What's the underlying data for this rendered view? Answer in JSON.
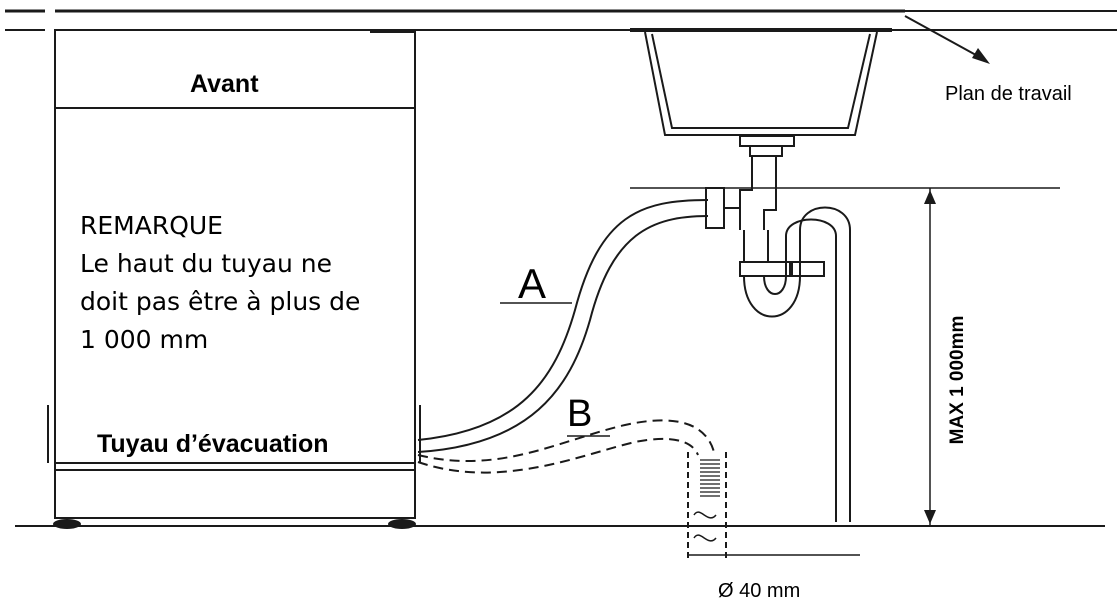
{
  "labels": {
    "front": "Avant",
    "countertop": "Plan de travail",
    "note_title": "REMARQUE",
    "note_lines": [
      "Le haut du tuyau ne",
      "doit pas être à plus de",
      "1 000 mm"
    ],
    "drain_hose": "Tuyau d’évacuation",
    "hose_a": "A",
    "hose_b": "B",
    "diameter": "Ø 40 mm",
    "max_height": "MAX 1 000mm"
  },
  "colors": {
    "line": "#1a1a1a",
    "background": "#ffffff"
  }
}
